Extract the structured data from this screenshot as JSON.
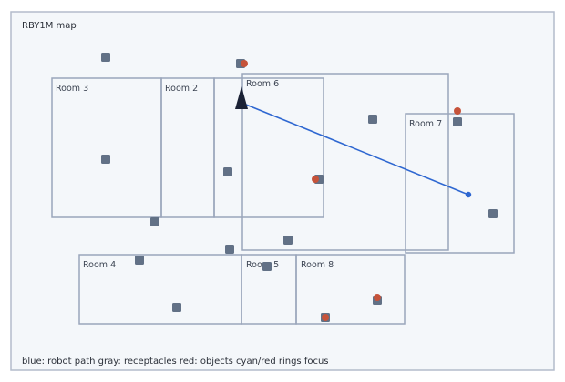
{
  "map": {
    "title": "RBY1M map",
    "legend": "blue: robot path  gray: receptacles  red: objects  cyan/red rings focus",
    "colors": {
      "background": "#f4f7fa",
      "frame": "#b3bccb",
      "room_outline": "#9aa6bb",
      "receptacle": "#627186",
      "object": "#c6533a",
      "robot": "#1b2235",
      "path": "#2e67d1"
    },
    "rooms": [
      {
        "name": "Room 3"
      },
      {
        "name": "Room 2"
      },
      {
        "name": "Room 6"
      },
      {
        "name": "Room 7"
      },
      {
        "name": "Room 4"
      },
      {
        "name": "Room 5"
      },
      {
        "name": "Room 8"
      }
    ]
  }
}
